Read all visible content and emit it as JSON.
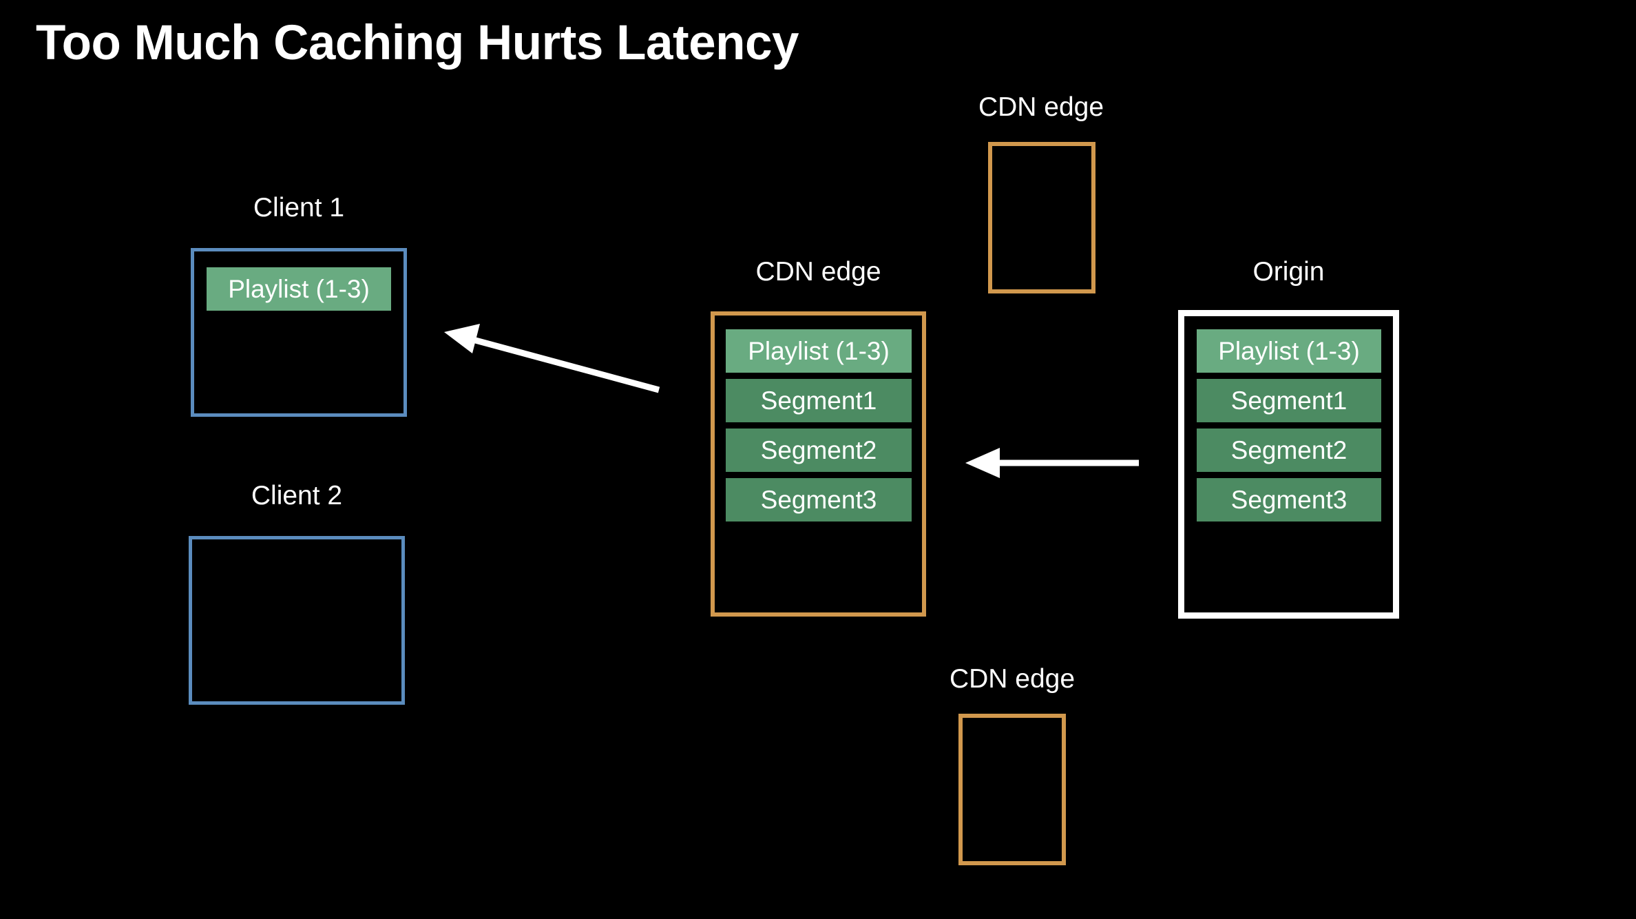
{
  "slide": {
    "title": "Too Much Caching Hurts Latency",
    "background_color": "#000000",
    "text_color": "#ffffff"
  },
  "colors": {
    "client_border": "#5b8cbe",
    "cdn_border": "#d1984d",
    "origin_border": "#ffffff",
    "playlist_chip": "#69ab81",
    "segment_chip": "#4c8b62",
    "arrow": "#ffffff"
  },
  "nodes": [
    {
      "id": "client-1",
      "label": "Client 1",
      "kind": "client",
      "contents": [
        {
          "label": "Playlist (1-3)",
          "kind": "playlist"
        }
      ]
    },
    {
      "id": "client-2",
      "label": "Client 2",
      "kind": "client",
      "contents": []
    },
    {
      "id": "cdn-edge-top",
      "label": "CDN edge",
      "kind": "cdn",
      "contents": []
    },
    {
      "id": "cdn-edge-center",
      "label": "CDN edge",
      "kind": "cdn",
      "contents": [
        {
          "label": "Playlist (1-3)",
          "kind": "playlist"
        },
        {
          "label": "Segment1",
          "kind": "segment"
        },
        {
          "label": "Segment2",
          "kind": "segment"
        },
        {
          "label": "Segment3",
          "kind": "segment"
        }
      ]
    },
    {
      "id": "cdn-edge-bottom",
      "label": "CDN edge",
      "kind": "cdn",
      "contents": []
    },
    {
      "id": "origin",
      "label": "Origin",
      "kind": "origin",
      "contents": [
        {
          "label": "Playlist (1-3)",
          "kind": "playlist"
        },
        {
          "label": "Segment1",
          "kind": "segment"
        },
        {
          "label": "Segment2",
          "kind": "segment"
        },
        {
          "label": "Segment3",
          "kind": "segment"
        }
      ]
    }
  ],
  "arrows": [
    {
      "id": "origin-to-cdn",
      "from": "origin",
      "to": "cdn-edge-center",
      "direction": "left"
    },
    {
      "id": "cdn-to-client-1",
      "from": "cdn-edge-center",
      "to": "client-1",
      "direction": "up-left"
    }
  ]
}
